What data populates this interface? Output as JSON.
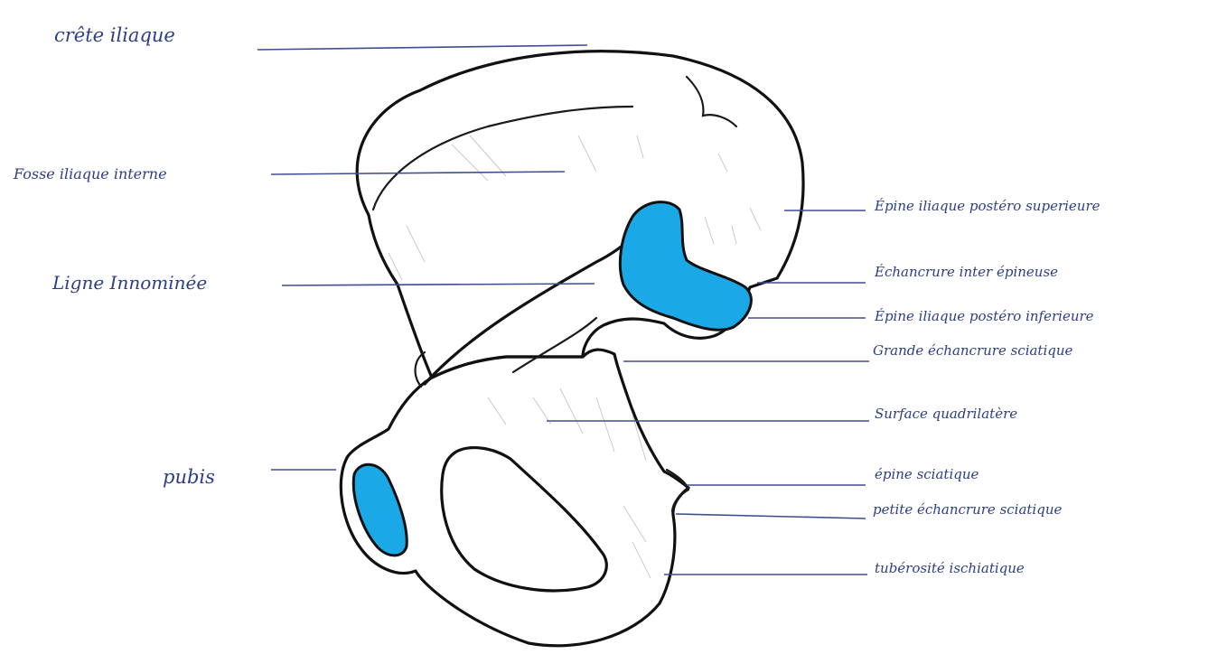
{
  "diagram": {
    "labels": {
      "crete_iliaque": "crête iliaque",
      "fosse_iliaque_interne": "Fosse iliaque interne",
      "ligne_innominee": "Ligne Innominée",
      "pubis": "pubis",
      "epine_iliaque_postero_superieure": "Épine iliaque postéro superieure",
      "echancrure_inter_epineuse": "Échancrure inter épineuse",
      "epine_iliaque_postero_inferieure": "Épine iliaque postéro inferieure",
      "grande_echancrure_sciatique": "Grande échancrure sciatique",
      "surface_quadrilatere": "Surface quadrilatère",
      "epine_sciatique": "épine sciatique",
      "petite_echancrure_sciatique": "petite échancrure sciatique",
      "tuberosite_ischiatique": "tubérosité ischiatique"
    },
    "colors": {
      "ink": "#111111",
      "label_ink": "#2c3e86",
      "articular_surface": "#1aa8e6",
      "articular_surface_dark": "#0e7fb8",
      "bone_fill": "#ffffff"
    }
  }
}
